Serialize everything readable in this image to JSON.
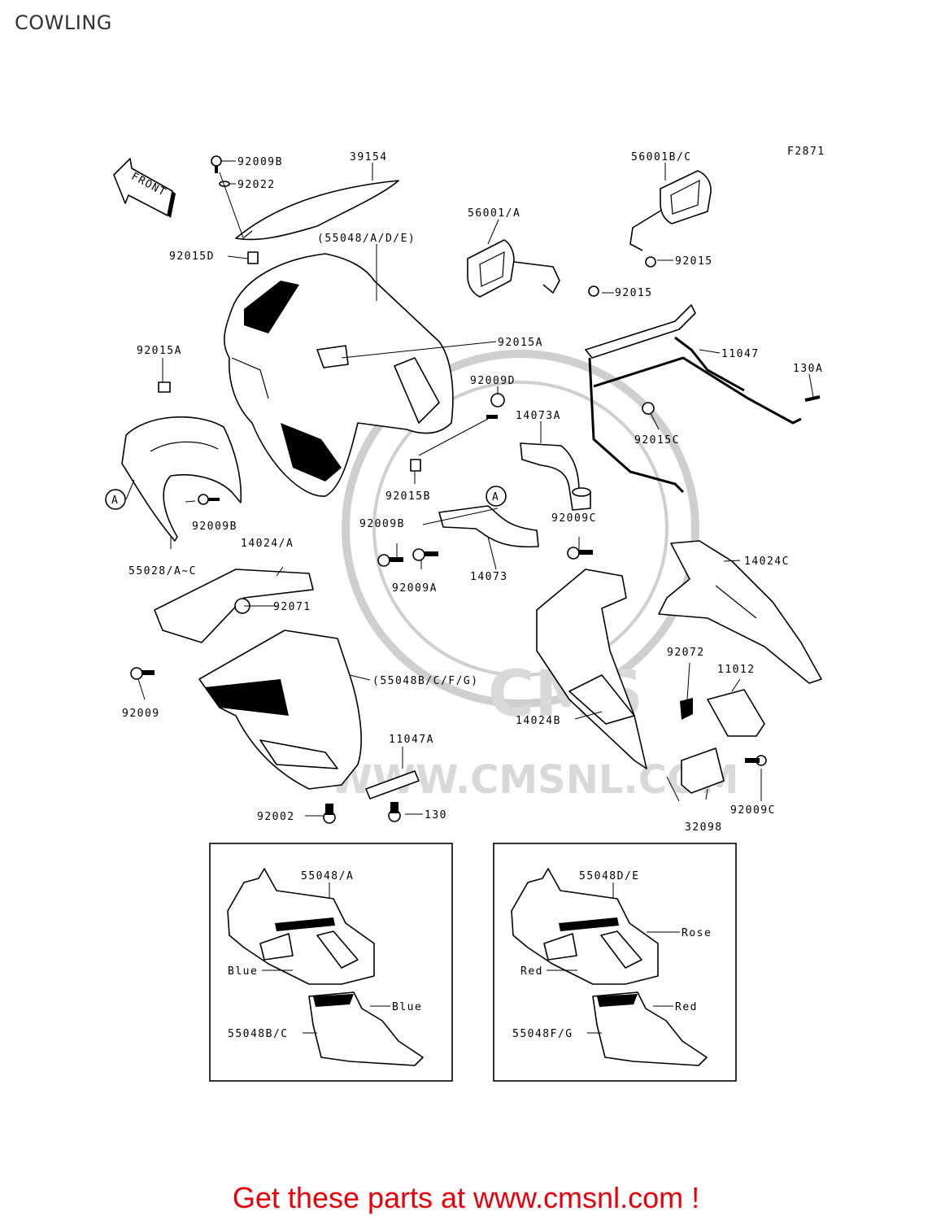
{
  "title": "COWLING",
  "figure_code": "F2871",
  "front_arrow_label": "FRONT",
  "callout_letter": "A",
  "watermark": {
    "logo": "CMS",
    "url": "WWW.CMSNL.COM"
  },
  "labels": {
    "p92009B_top": "92009B",
    "p92022": "92022",
    "p39154": "39154",
    "p56001BC": "56001B/C",
    "p56001A": "56001/A",
    "p92015D": "92015D",
    "p55048ADE": "(55048/A/D/E)",
    "p92015_r1": "92015",
    "p92015_r2": "92015",
    "p92015A_left": "92015A",
    "p92015A_mid": "92015A",
    "p11047": "11047",
    "p130A": "130A",
    "p92009D": "92009D",
    "p14073A": "14073A",
    "p92015C": "92015C",
    "p92015B": "92015B",
    "p92009B_left": "92009B",
    "p55028": "55028/A~C",
    "p92009B_mid": "92009B",
    "p92009C_mid": "92009C",
    "p14024A": "14024/A",
    "p92009A": "92009A",
    "p14073": "14073",
    "p14024C": "14024C",
    "p92071": "92071",
    "p92072": "92072",
    "p11012": "11012",
    "p55048BCFG": "(55048B/C/F/G)",
    "p92009": "92009",
    "p14024B": "14024B",
    "p11047A": "11047A",
    "p92002": "92002",
    "p130": "130",
    "p32098": "32098",
    "p92009C_right": "92009C"
  },
  "inset_left": {
    "upper_part": "55048/A",
    "lower_part": "55048B/C",
    "upper_color": "Blue",
    "lower_color": "Blue"
  },
  "inset_right": {
    "upper_part": "55048D/E",
    "lower_part": "55048F/G",
    "upper_color_top": "Rose",
    "upper_color": "Red",
    "lower_color": "Red"
  },
  "promo": "Get these parts at www.cmsnl.com !"
}
